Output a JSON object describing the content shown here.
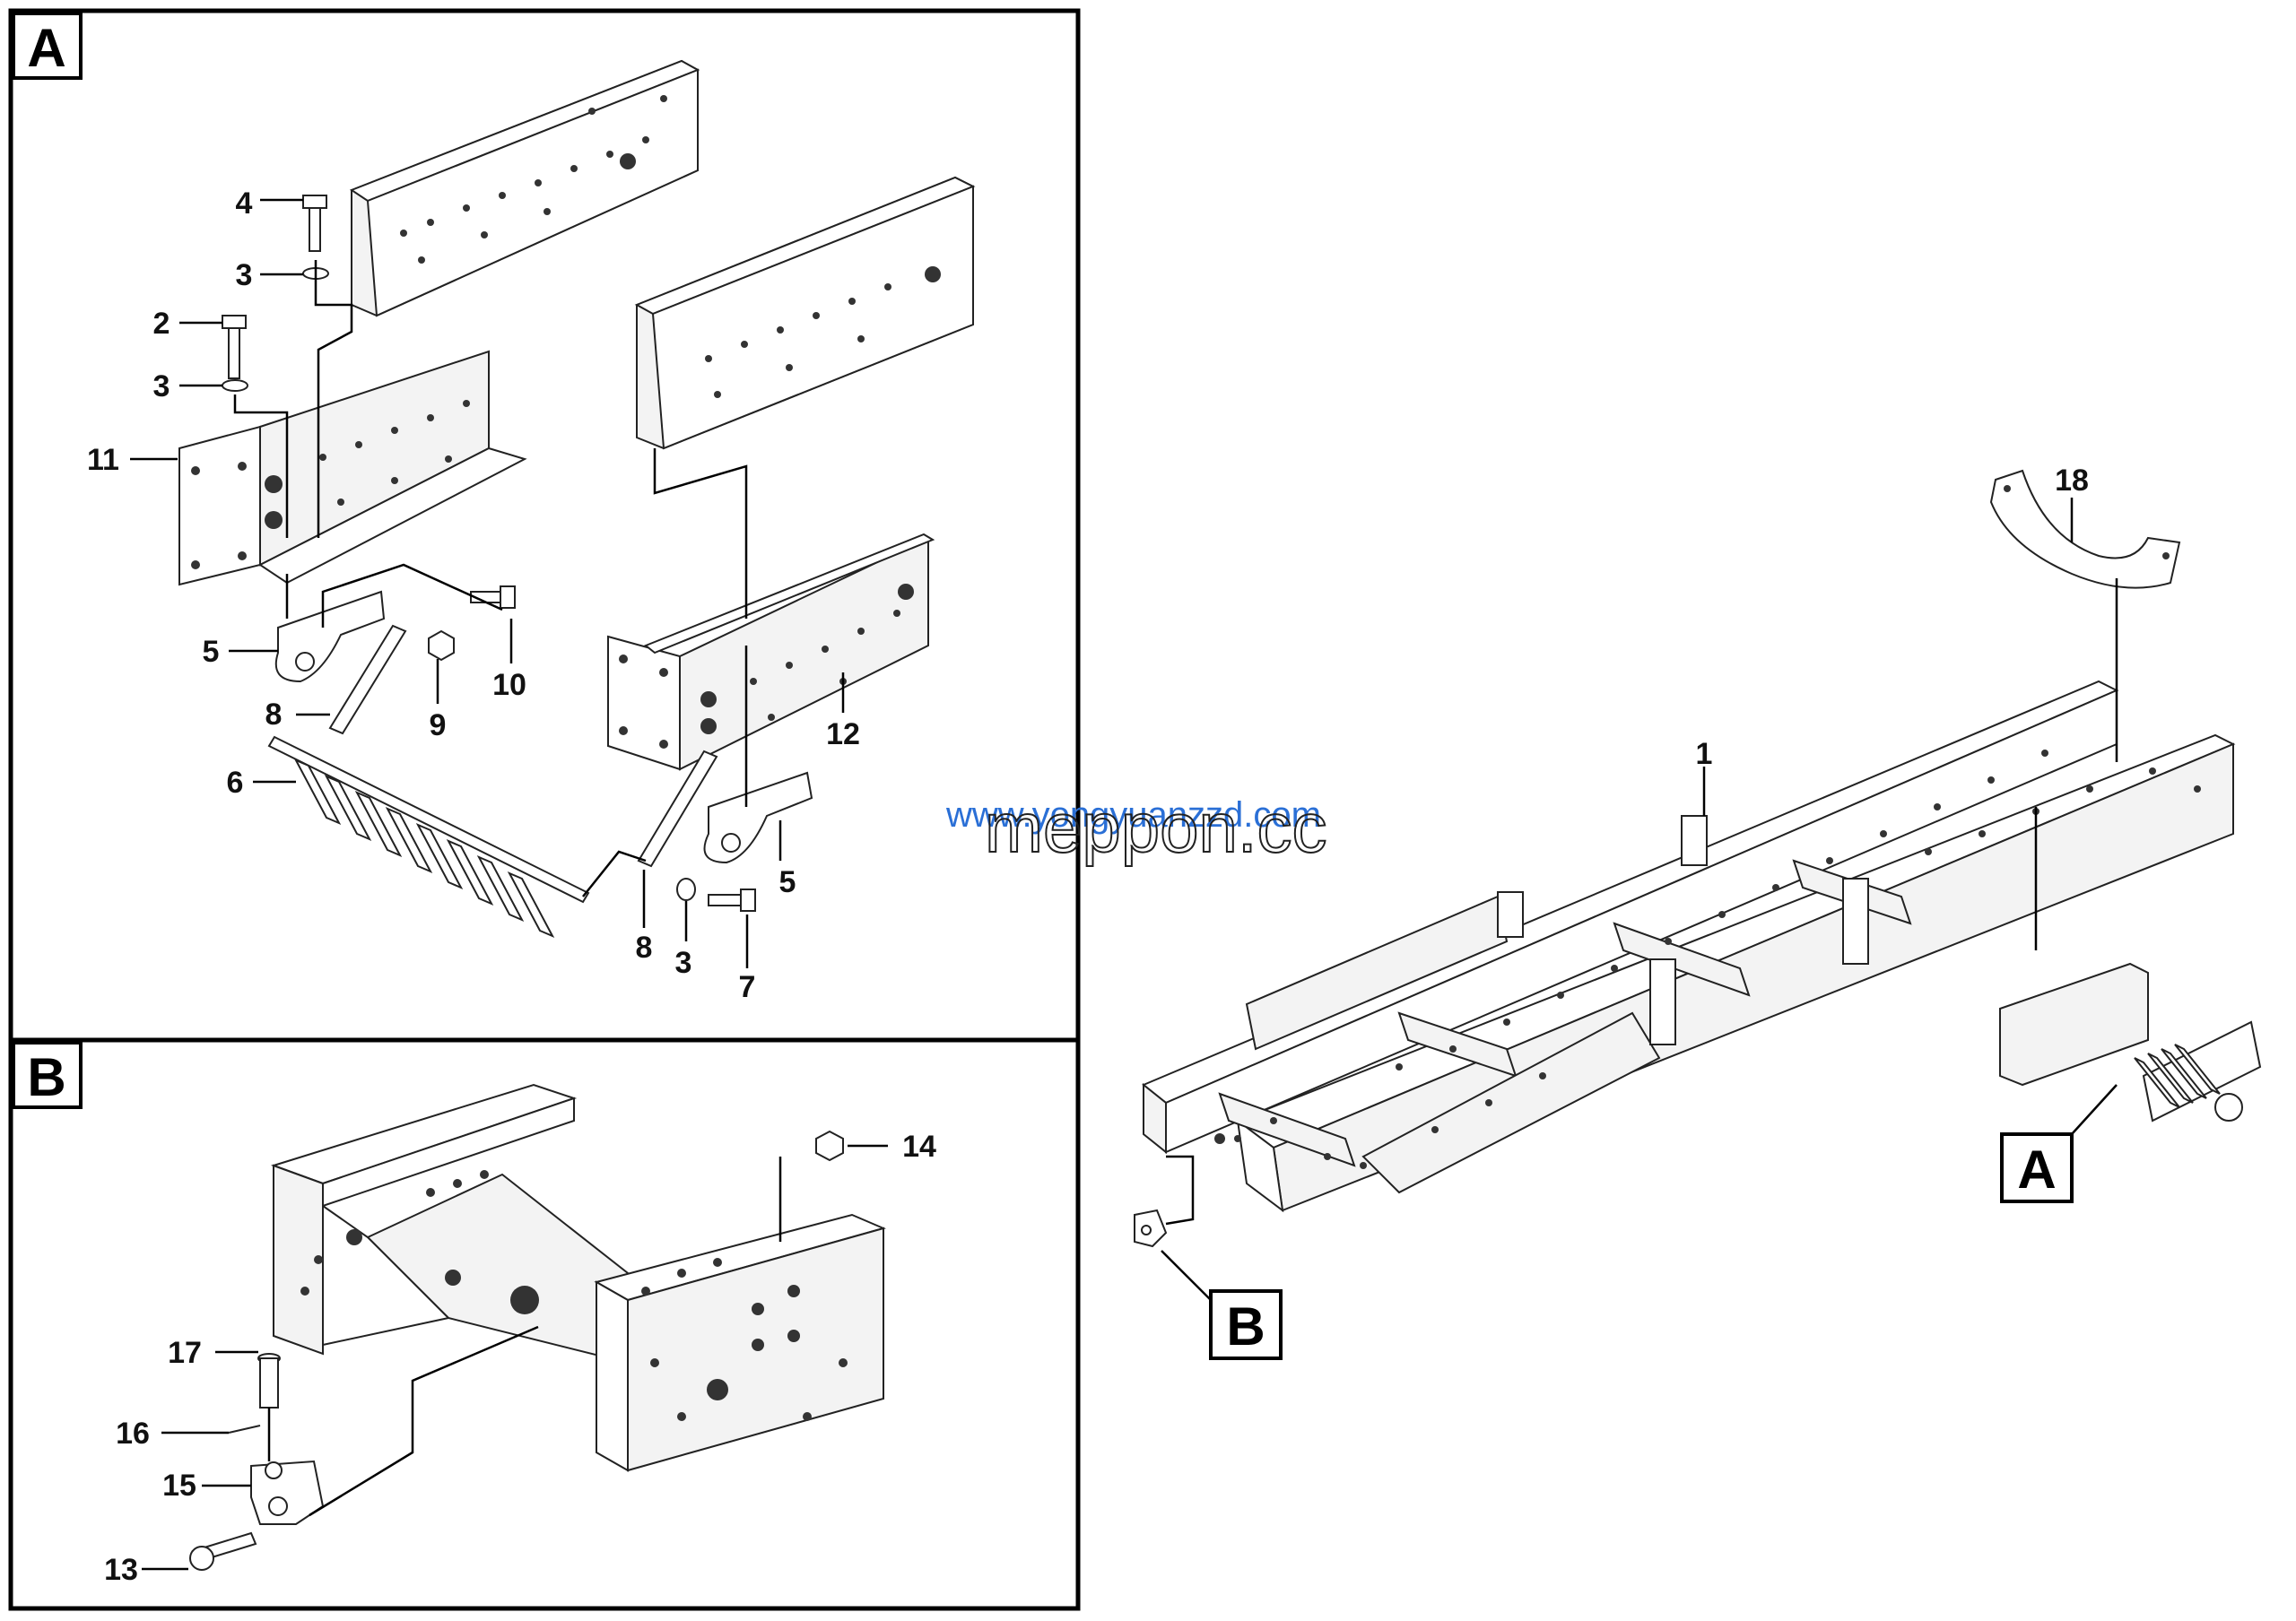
{
  "panels": {
    "A": {
      "label": "A"
    },
    "B": {
      "label": "B"
    }
  },
  "overview_labels": {
    "A": "A",
    "B": "B"
  },
  "callouts": {
    "a_4": "4",
    "a_3a": "3",
    "a_2": "2",
    "a_3b": "3",
    "a_11": "11",
    "a_5a": "5",
    "a_10": "10",
    "a_8a": "8",
    "a_9": "9",
    "a_6": "6",
    "a_12": "12",
    "a_5b": "5",
    "a_8b": "8",
    "a_3c": "3",
    "a_7": "7",
    "b_14": "14",
    "b_17": "17",
    "b_16": "16",
    "b_15": "15",
    "b_13": "13",
    "o_1": "1",
    "o_18": "18"
  },
  "watermark": {
    "url": "www.yongyuanzzd.com",
    "brand": "meppon.cc"
  }
}
